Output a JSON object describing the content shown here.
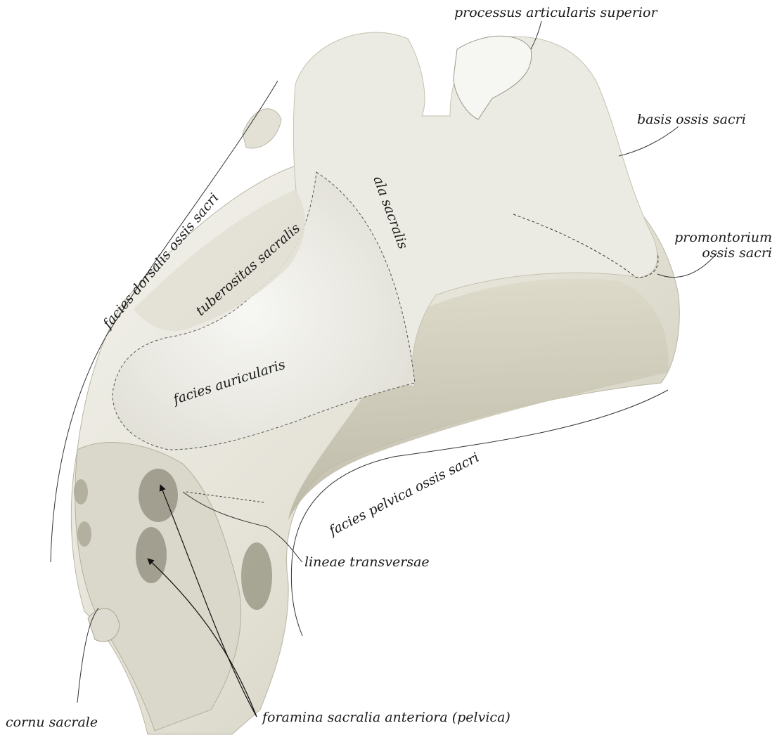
{
  "labels": {
    "processus_articularis_superior": "processus articularis superior",
    "basis_ossis_sacri": "basis ossis sacri",
    "promontorium_line1": "promontorium",
    "promontorium_line2": "ossis sacri",
    "ala_sacralis": "ala sacralis",
    "tuberositas_sacralis": "tuberositas sacralis",
    "facies_dorsalis": "facies dorsalis ossis sacri",
    "facies_auricularis": "facies auricularis",
    "facies_pelvica": "facies pelvica ossis sacri",
    "lineae_transversae": "lineae transversae",
    "cornu_sacrale": "cornu sacrale",
    "foramina_sacralia": "foramina sacralia anteriora (pelvica)"
  },
  "colors": {
    "bone_light": "#f2f1ea",
    "bone_mid": "#dcdacd",
    "bone_shadow": "#bdbaa8",
    "bone_dark": "#8f8c7c",
    "leader": "#333333"
  }
}
